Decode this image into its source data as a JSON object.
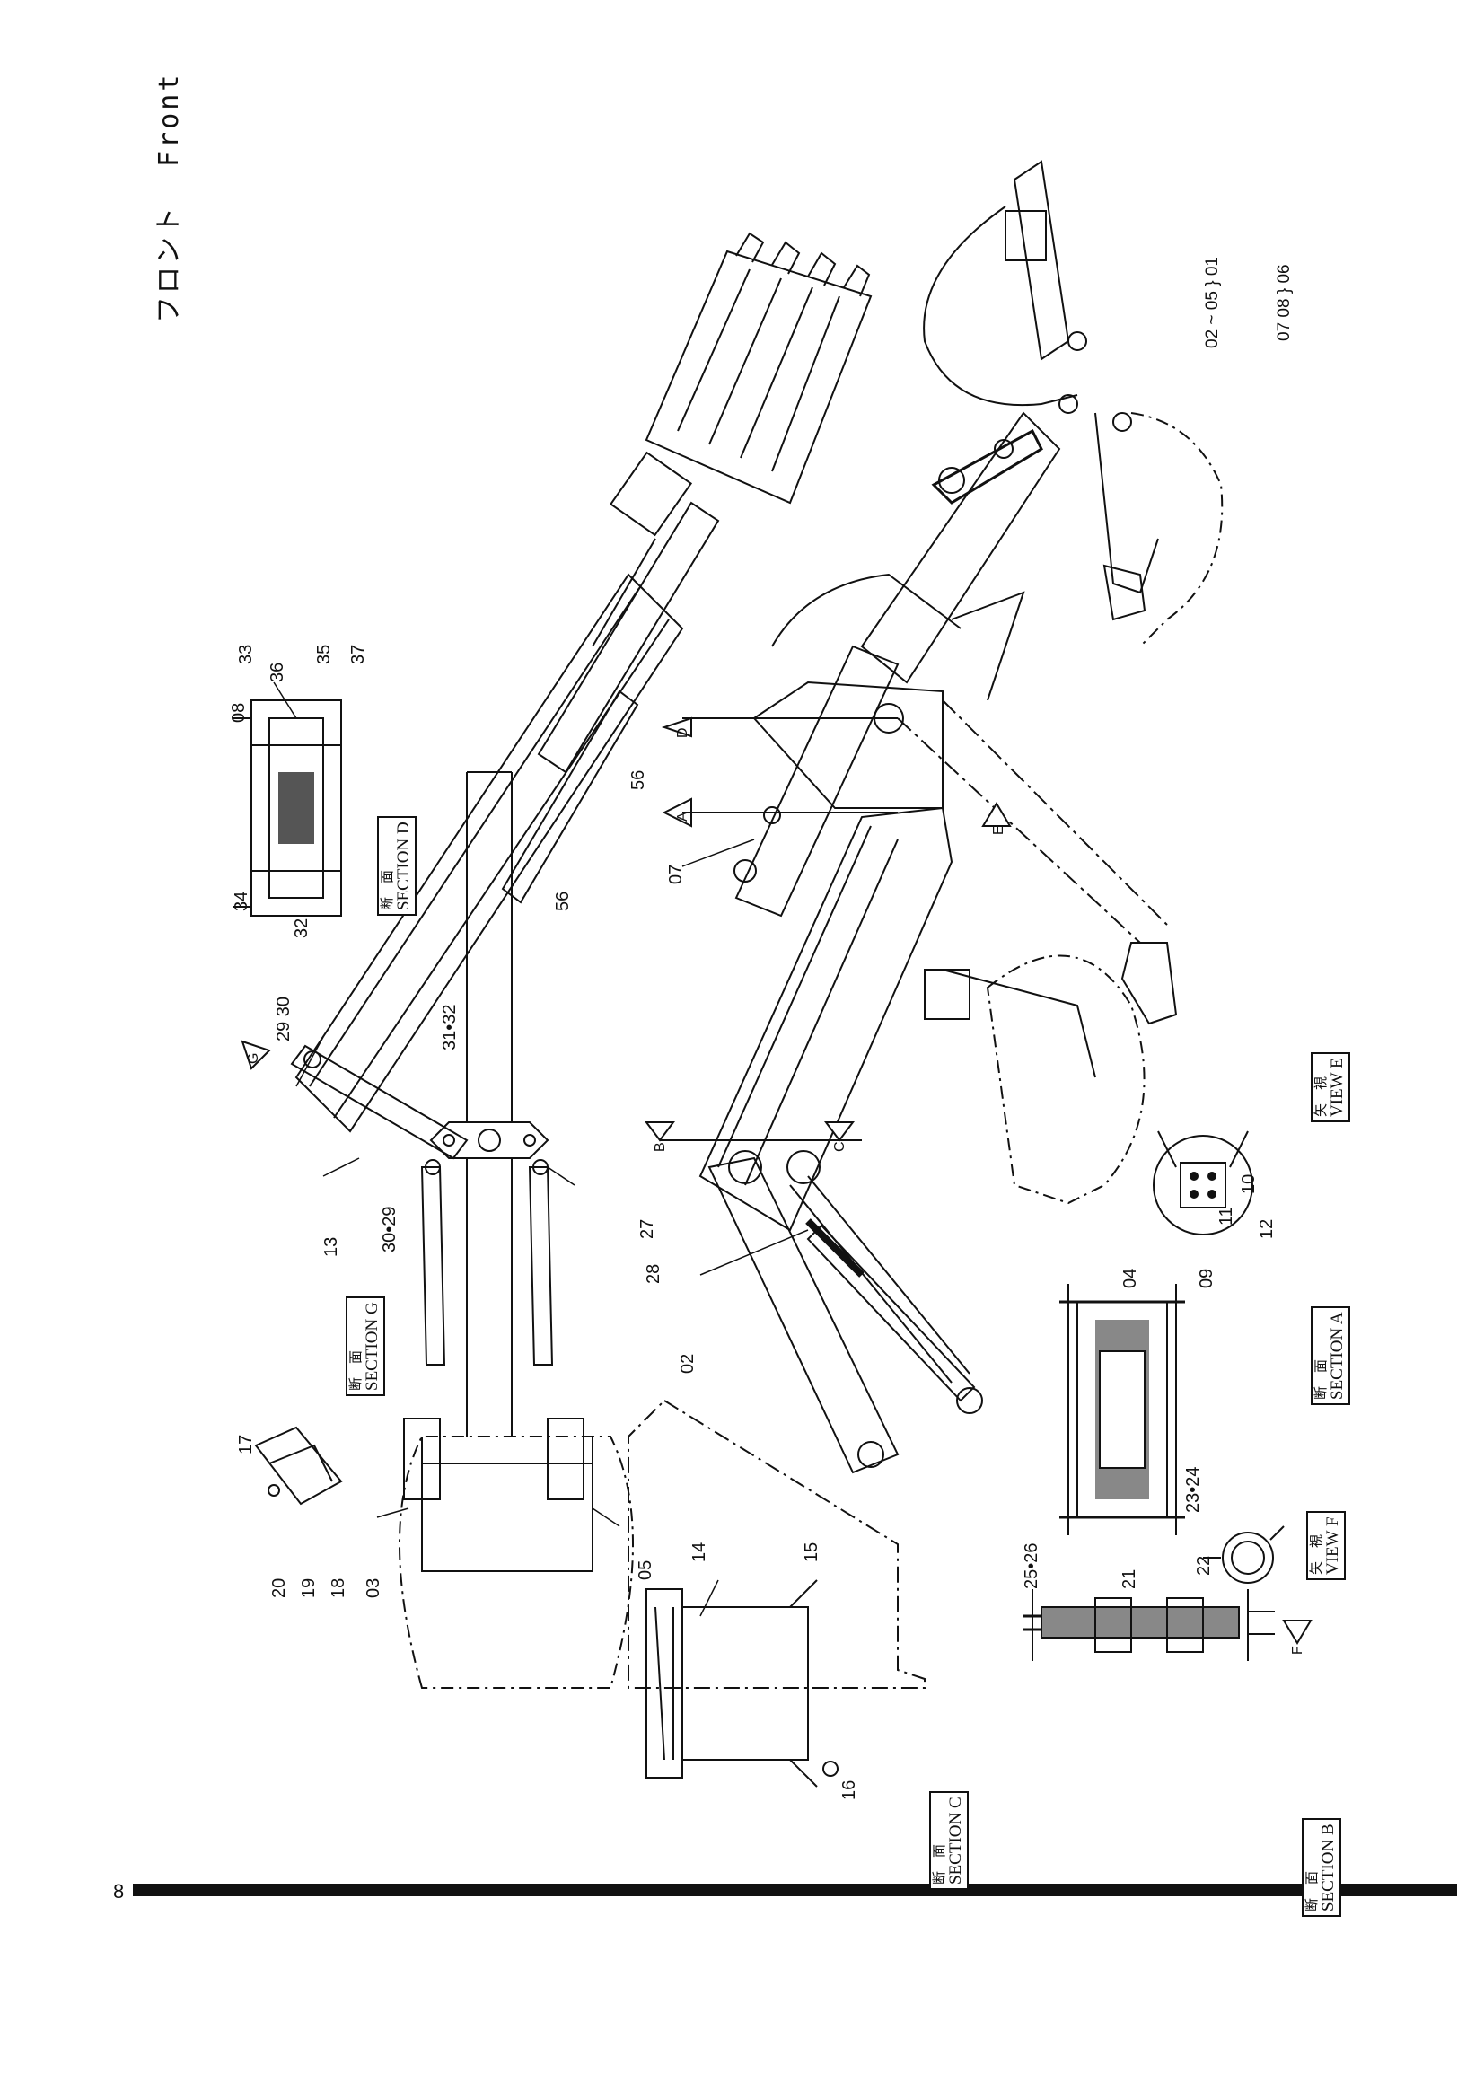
{
  "title": {
    "japanese": "フロント",
    "english": "Front"
  },
  "page_number": "8",
  "groups": [
    {
      "parts": [
        "02",
        "~",
        "05"
      ],
      "group": "01"
    },
    {
      "parts": [
        "07",
        "08"
      ],
      "group": "06"
    }
  ],
  "sections": [
    {
      "id": "D",
      "kanji": "断　面",
      "label": "SECTION D"
    },
    {
      "id": "G",
      "kanji": "断　面",
      "label": "SECTION G"
    },
    {
      "id": "A",
      "kanji": "断　面",
      "label": "SECTION A"
    },
    {
      "id": "C",
      "kanji": "断　面",
      "label": "SECTION C"
    },
    {
      "id": "B",
      "kanji": "断　面",
      "label": "SECTION B"
    }
  ],
  "views": [
    {
      "id": "E",
      "kanji": "矢　視",
      "label": "VIEW E"
    },
    {
      "id": "F",
      "kanji": "矢　視",
      "label": "VIEW F"
    }
  ],
  "section_markers": [
    "D",
    "A",
    "E",
    "G",
    "B",
    "C",
    "F"
  ],
  "callouts": {
    "c33": "33",
    "c36": "36",
    "c08": "08",
    "c35": "35",
    "c37": "37",
    "c34": "34",
    "c32a": "32",
    "c56a": "56",
    "c56b": "56",
    "c07": "07",
    "c29_30": "29 30",
    "c31_32": "31•32",
    "c13": "13",
    "c30_29": "30•29",
    "c28": "28",
    "c27": "27",
    "c02": "02",
    "c04": "04",
    "c09": "09",
    "c10": "10",
    "c11": "11",
    "c12": "12",
    "c17": "17",
    "c20": "20",
    "c19": "19",
    "c18": "18",
    "c03": "03",
    "c05": "05",
    "c14": "14",
    "c15": "15",
    "c16": "16",
    "c22": "22",
    "c23_24": "23•24",
    "c25_26": "25•26",
    "c21": "21"
  }
}
